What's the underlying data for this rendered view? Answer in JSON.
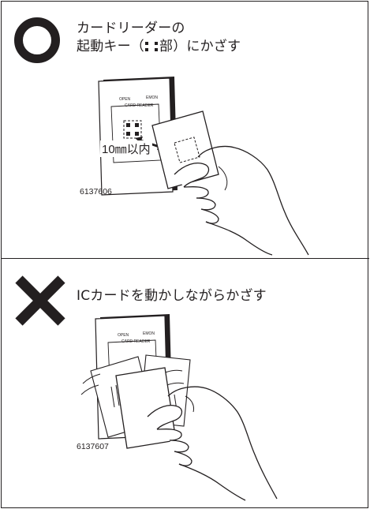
{
  "good_section": {
    "mark_icon": "circle-ok-icon",
    "caption_line1": "カードリーダーの",
    "caption_line2_before": "起動キー（",
    "caption_line2_after": "部）にかざす",
    "distance_label": "10㎜以内",
    "figure_code": "6137606",
    "reader_open_label": "OPEN",
    "reader_emon_label": "EMON",
    "reader_panel_label": "CARD READER"
  },
  "bad_section": {
    "mark_icon": "cross-ng-icon",
    "caption": "ICカードを動かしながらかざす",
    "figure_code": "6137607",
    "reader_open_label": "OPEN",
    "reader_emon_label": "EMON",
    "reader_panel_label": "CARD READER"
  },
  "colors": {
    "ink": "#231f20",
    "background": "#ffffff"
  }
}
